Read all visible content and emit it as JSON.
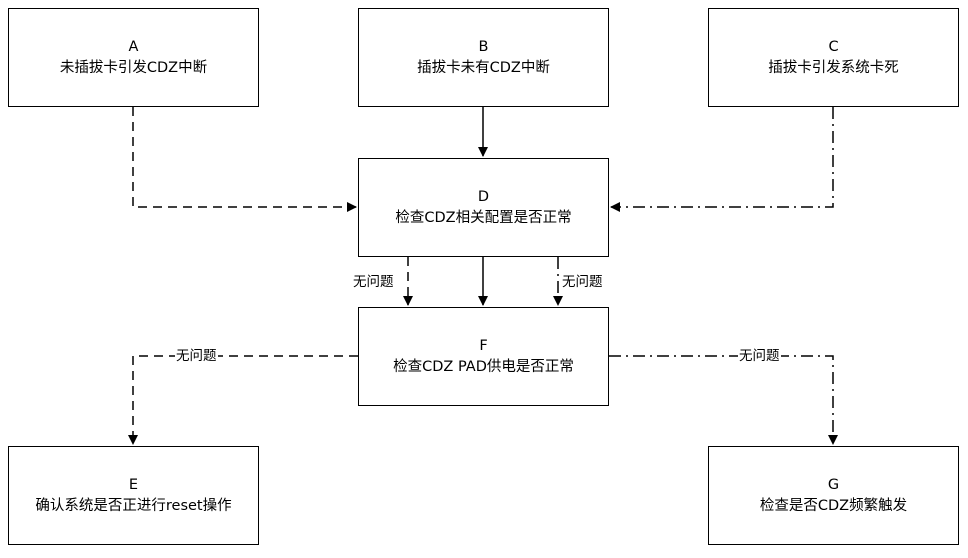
{
  "nodes": {
    "A": {
      "id": "A",
      "text": "未插拔卡引发CDZ中断"
    },
    "B": {
      "id": "B",
      "text": "插拔卡未有CDZ中断"
    },
    "C": {
      "id": "C",
      "text": "插拔卡引发系统卡死"
    },
    "D": {
      "id": "D",
      "text": "检查CDZ相关配置是否正常"
    },
    "F": {
      "id": "F",
      "text": "检查CDZ PAD供电是否正常"
    },
    "E": {
      "id": "E",
      "text": "确认系统是否正进行reset操作"
    },
    "G": {
      "id": "G",
      "text": "检查是否CDZ频繁触发"
    }
  },
  "edge_labels": {
    "d_f_left": "无问题",
    "d_f_right": "无问题",
    "f_e": "无问题",
    "f_g": "无问题"
  },
  "colors": {
    "line": "#000000",
    "box_border": "#000000",
    "background": "#ffffff"
  }
}
